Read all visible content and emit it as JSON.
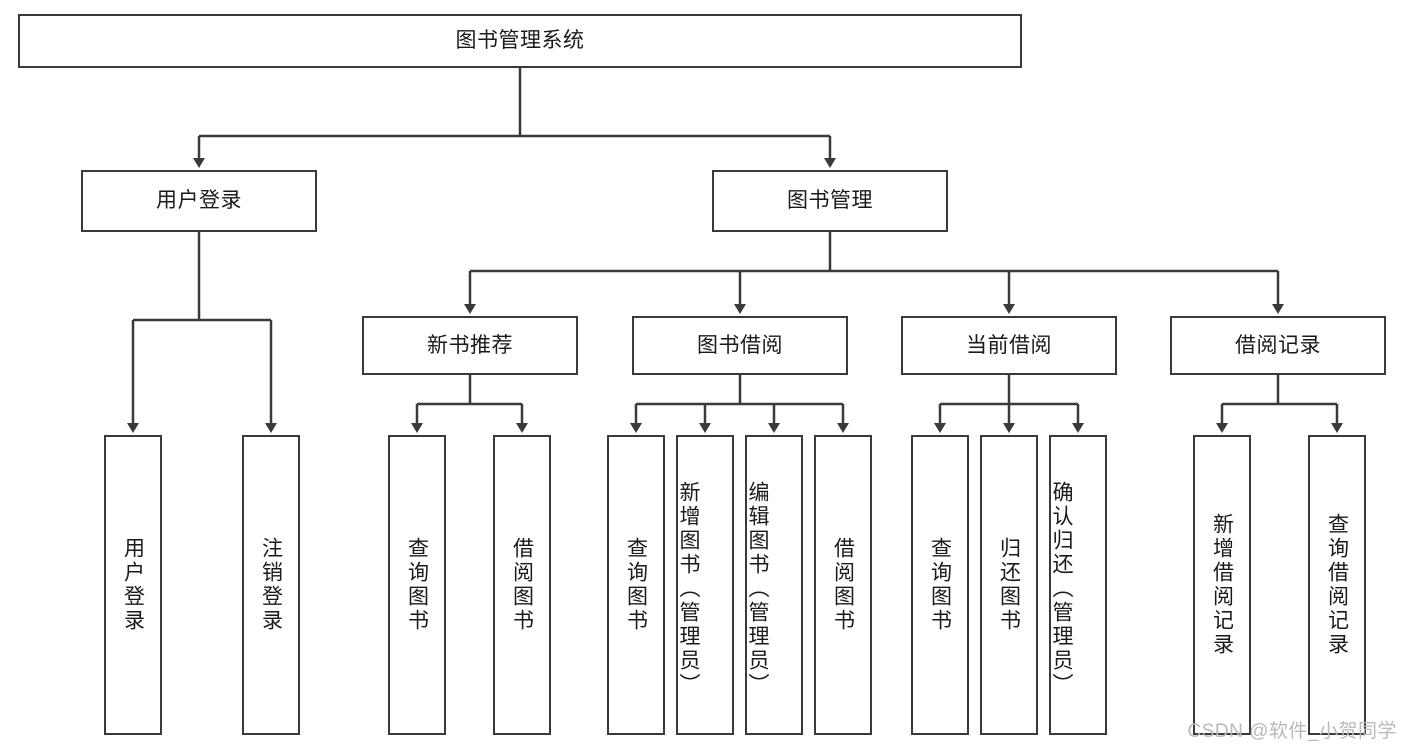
{
  "diagram": {
    "type": "hierarchy-tree",
    "title_node": {
      "id": "root",
      "label": "图书管理系统"
    },
    "level2": [
      {
        "id": "user-login",
        "label": "用户登录"
      },
      {
        "id": "book-manage",
        "label": "图书管理"
      }
    ],
    "level3": [
      {
        "id": "new-book-rec",
        "label": "新书推荐",
        "parent": "book-manage"
      },
      {
        "id": "book-borrow",
        "label": "图书借阅",
        "parent": "book-manage"
      },
      {
        "id": "current-borrow",
        "label": "当前借阅",
        "parent": "book-manage"
      },
      {
        "id": "borrow-record",
        "label": "借阅记录",
        "parent": "book-manage"
      }
    ],
    "leaves": [
      {
        "id": "leaf-user-login",
        "label": "用户登录",
        "parent": "user-login"
      },
      {
        "id": "leaf-user-logout",
        "label": "注销登录",
        "parent": "user-login"
      },
      {
        "id": "leaf-query-book-1",
        "label": "查询图书",
        "parent": "new-book-rec"
      },
      {
        "id": "leaf-borrow-book-1",
        "label": "借阅图书",
        "parent": "new-book-rec"
      },
      {
        "id": "leaf-query-book-2",
        "label": "查询图书",
        "parent": "book-borrow"
      },
      {
        "id": "leaf-add-book",
        "label": "新增图书（管理员）",
        "parent": "book-borrow"
      },
      {
        "id": "leaf-edit-book",
        "label": "编辑图书（管理员）",
        "parent": "book-borrow"
      },
      {
        "id": "leaf-borrow-book-2",
        "label": "借阅图书",
        "parent": "book-borrow"
      },
      {
        "id": "leaf-query-book-3",
        "label": "查询图书",
        "parent": "current-borrow"
      },
      {
        "id": "leaf-return-book",
        "label": "归还图书",
        "parent": "current-borrow"
      },
      {
        "id": "leaf-confirm-return",
        "label": "确认归还（管理员）",
        "parent": "current-borrow"
      },
      {
        "id": "leaf-add-record",
        "label": "新增借阅记录",
        "parent": "borrow-record"
      },
      {
        "id": "leaf-query-record",
        "label": "查询借阅记录",
        "parent": "borrow-record"
      }
    ],
    "watermark": "CSDN @软件_小贺同学",
    "colors": {
      "stroke": "#3a3a3a",
      "box_fill": "#ffffff",
      "text": "#1a1a1a",
      "watermark": "#b9b9b9",
      "background": "#ffffff"
    }
  }
}
